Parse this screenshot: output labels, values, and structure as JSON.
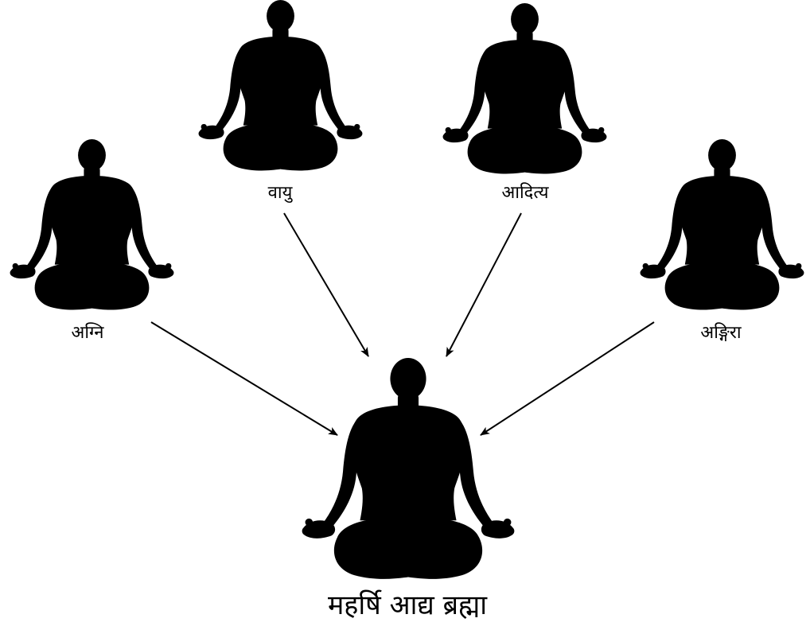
{
  "colors": {
    "silhouette": "#000000",
    "background": "#ffffff",
    "arrow": "#000000"
  },
  "figures": {
    "agni": {
      "label": "अग्नि",
      "icon": "meditating-person-icon"
    },
    "vayu": {
      "label": "वायु",
      "icon": "meditating-person-icon"
    },
    "aditya": {
      "label": "आदित्य",
      "icon": "meditating-person-icon"
    },
    "angira": {
      "label": "अङ्गिरा",
      "icon": "meditating-person-icon"
    },
    "brahma": {
      "label": "महर्षि आद्य ब्रह्मा",
      "icon": "meditating-person-icon"
    }
  },
  "connections": [
    {
      "from": "agni",
      "to": "brahma"
    },
    {
      "from": "vayu",
      "to": "brahma"
    },
    {
      "from": "aditya",
      "to": "brahma"
    },
    {
      "from": "angira",
      "to": "brahma"
    }
  ]
}
